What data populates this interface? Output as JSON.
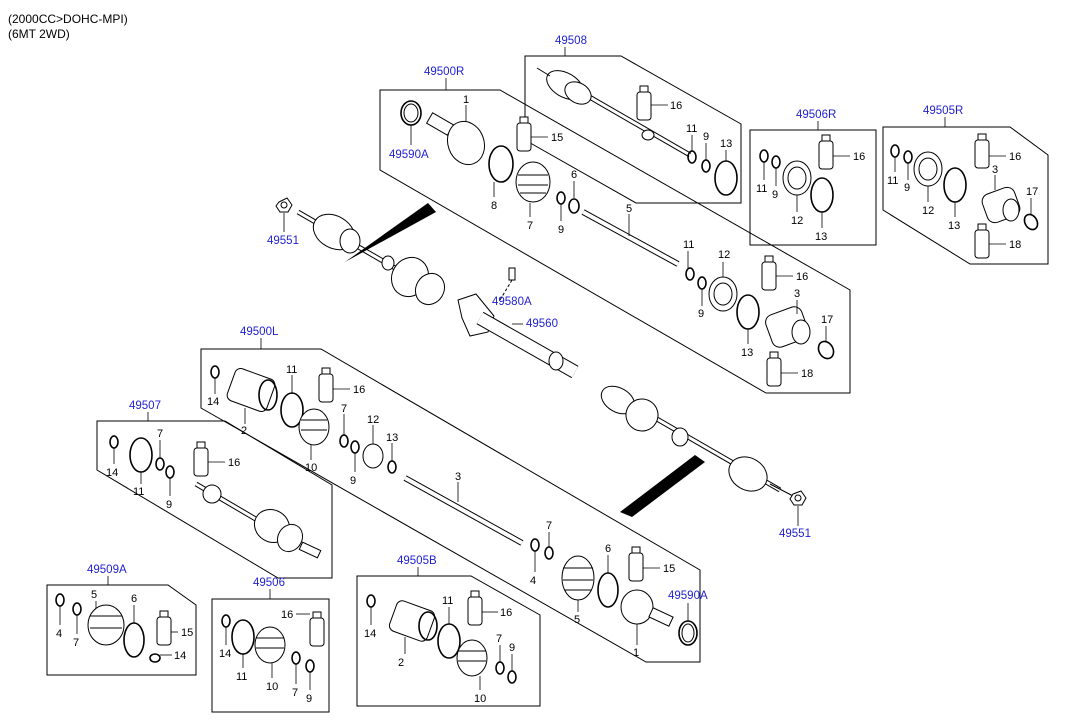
{
  "header": {
    "line1": "(2000CC>DOHC-MPI)",
    "line2": "(6MT 2WD)"
  },
  "codes": {
    "c49508": "49508",
    "c49500R": "49500R",
    "c49506R": "49506R",
    "c49505R": "49505R",
    "c49590A_top": "49590A",
    "c49551_left": "49551",
    "c49580A": "49580A",
    "c49560": "49560",
    "c49500L": "49500L",
    "c49507": "49507",
    "c49551_right": "49551",
    "c49590A_bottom": "49590A",
    "c49509A": "49509A",
    "c49506": "49506",
    "c49505B": "49505B"
  },
  "numbers": {
    "n1": "1",
    "n2": "2",
    "n3": "3",
    "n4": "4",
    "n5": "5",
    "n6": "6",
    "n7": "7",
    "n8": "8",
    "n9": "9",
    "n10": "10",
    "n11": "11",
    "n12": "12",
    "n13": "13",
    "n14": "14",
    "n15": "15",
    "n16": "16",
    "n17": "17",
    "n18": "18"
  },
  "colors": {
    "code_text": "#1f1fd0",
    "line": "#000000"
  }
}
